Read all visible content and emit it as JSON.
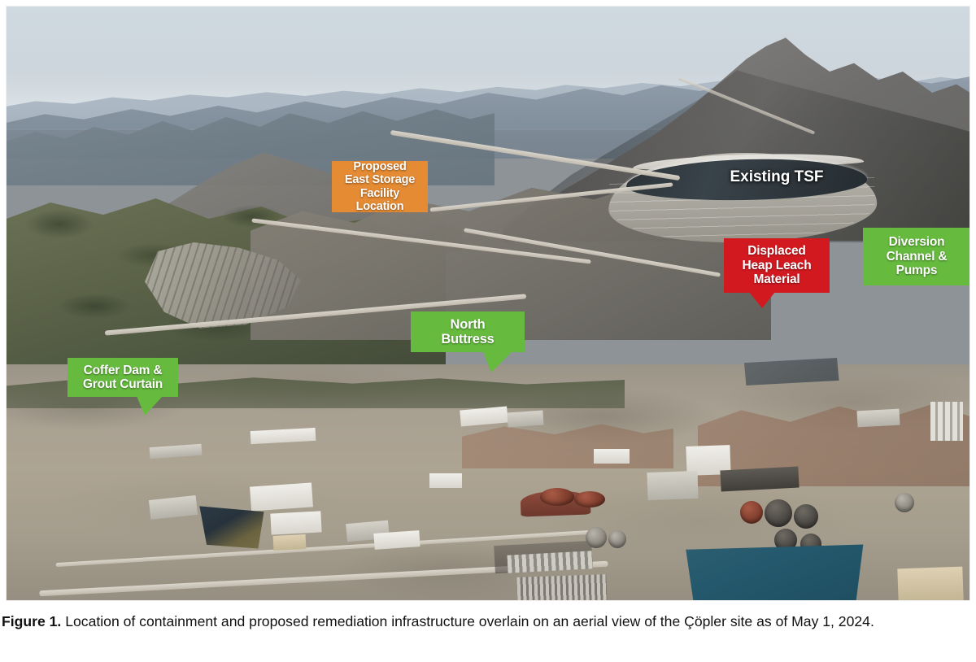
{
  "figure": {
    "caption_label": "Figure 1.",
    "caption_text": " Location of containment and proposed remediation infrastructure overlain on an aerial view of the Çöpler site as of May 1, 2024.",
    "scene_description": "Aerial photograph of the Çöpler mine site showing mountainous terrain, tailings storage facility and processing plant"
  },
  "annotations": [
    {
      "id": "proposed-east-storage",
      "text_lines": [
        "Proposed",
        "East Storage",
        "Facility Location"
      ],
      "text": "Proposed East Storage Facility Location",
      "color": "#e58b33",
      "color_name": "orange",
      "pointer": "none"
    },
    {
      "id": "existing-tsf",
      "text_lines": [
        "Existing TSF"
      ],
      "text": "Existing TSF",
      "color": "#ffffff",
      "color_name": "white-text-no-box",
      "pointer": "none"
    },
    {
      "id": "displaced-heap-leach-material",
      "text_lines": [
        "Displaced",
        "Heap Leach",
        "Material"
      ],
      "text": "Displaced Heap Leach Material",
      "color": "#d31920",
      "color_name": "red",
      "pointer": "down"
    },
    {
      "id": "diversion-channel-and-pumps",
      "text_lines": [
        "Diversion",
        "Channel &",
        "Pumps"
      ],
      "text": "Diversion Channel & Pumps",
      "color": "#66bb3e",
      "color_name": "green",
      "pointer": "right"
    },
    {
      "id": "north-buttress",
      "text_lines": [
        "North",
        "Buttress"
      ],
      "text": "North Buttress",
      "color": "#66bb3e",
      "color_name": "green",
      "pointer": "down-right"
    },
    {
      "id": "coffer-dam-and-grout-curtain",
      "text_lines": [
        "Coffer Dam &",
        "Grout Curtain"
      ],
      "text": "Coffer Dam & Grout Curtain",
      "color": "#66bb3e",
      "color_name": "green",
      "pointer": "down-right"
    }
  ],
  "labels": {
    "proposed_east_storage": "Proposed\nEast Storage\nFacility Location",
    "existing_tsf": "Existing TSF",
    "displaced_heap_leach": "Displaced\nHeap Leach\nMaterial",
    "diversion_channel_pumps": "Diversion\nChannel &\nPumps",
    "north_buttress": "North\nButtress",
    "coffer_dam_grout_curtain": "Coffer Dam &\nGrout Curtain"
  },
  "colors": {
    "orange": "#e58b33",
    "green": "#66bb3e",
    "red": "#d31920",
    "label_text": "#ffffff",
    "caption_text": "#111111",
    "page_background": "#ffffff"
  }
}
